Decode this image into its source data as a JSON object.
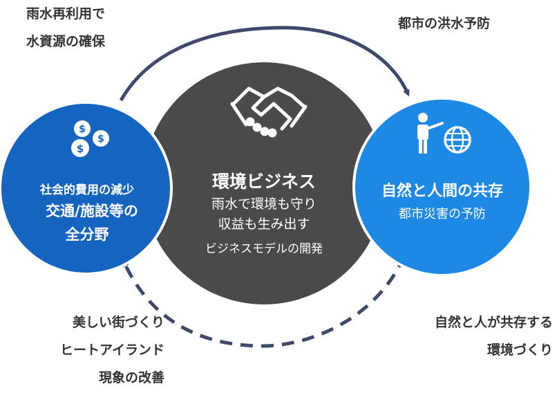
{
  "corners": {
    "top_left": [
      "雨水再利用で",
      "水資源の確保"
    ],
    "top_right": [
      "都市の洪水予防"
    ],
    "bottom_left": [
      "美しい街づくり",
      "ヒートアイランド",
      "現象の改善"
    ],
    "bottom_right": [
      "自然と人が共存する",
      "環境づくり"
    ]
  },
  "center": {
    "title": "環境ビジネス",
    "lines": [
      "雨水で環境も守り",
      "収益も生み出す",
      "ビジネスモデルの開発"
    ],
    "icon": "handshake-icon"
  },
  "left": {
    "line1": "社会的費用の減少",
    "line2": "交通/施設等の",
    "line3": "全分野",
    "icon": "coins-icon"
  },
  "right": {
    "title": "自然と人間の共存",
    "subtitle": "都市災害の予防",
    "icon": "presenter-globe-icon"
  },
  "colors": {
    "center": "#4a4a4a",
    "left": "#1565c0",
    "right": "#1e88e5",
    "arrow": "#3d4a6b",
    "text_dark": "#333333"
  }
}
